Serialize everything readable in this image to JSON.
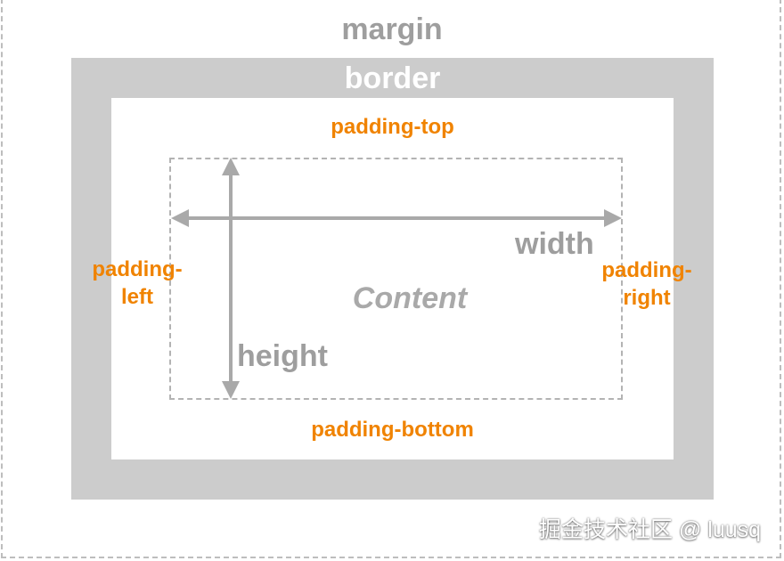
{
  "labels": {
    "margin": "margin",
    "border": "border",
    "padding_top": "padding-top",
    "padding_bottom": "padding-bottom",
    "padding_left_line1": "padding-",
    "padding_left_line2": "left",
    "padding_right_line1": "padding-",
    "padding_right_line2": "right",
    "width": "width",
    "height": "height",
    "content": "Content"
  },
  "watermark": "掘金技术社区 @ luusq",
  "colors": {
    "border_fill": "#cccccc",
    "label_gray": "#9e9e9e",
    "label_orange": "#f08300",
    "dashed_line": "#b3b3b3",
    "arrow": "#a9a9a9"
  }
}
